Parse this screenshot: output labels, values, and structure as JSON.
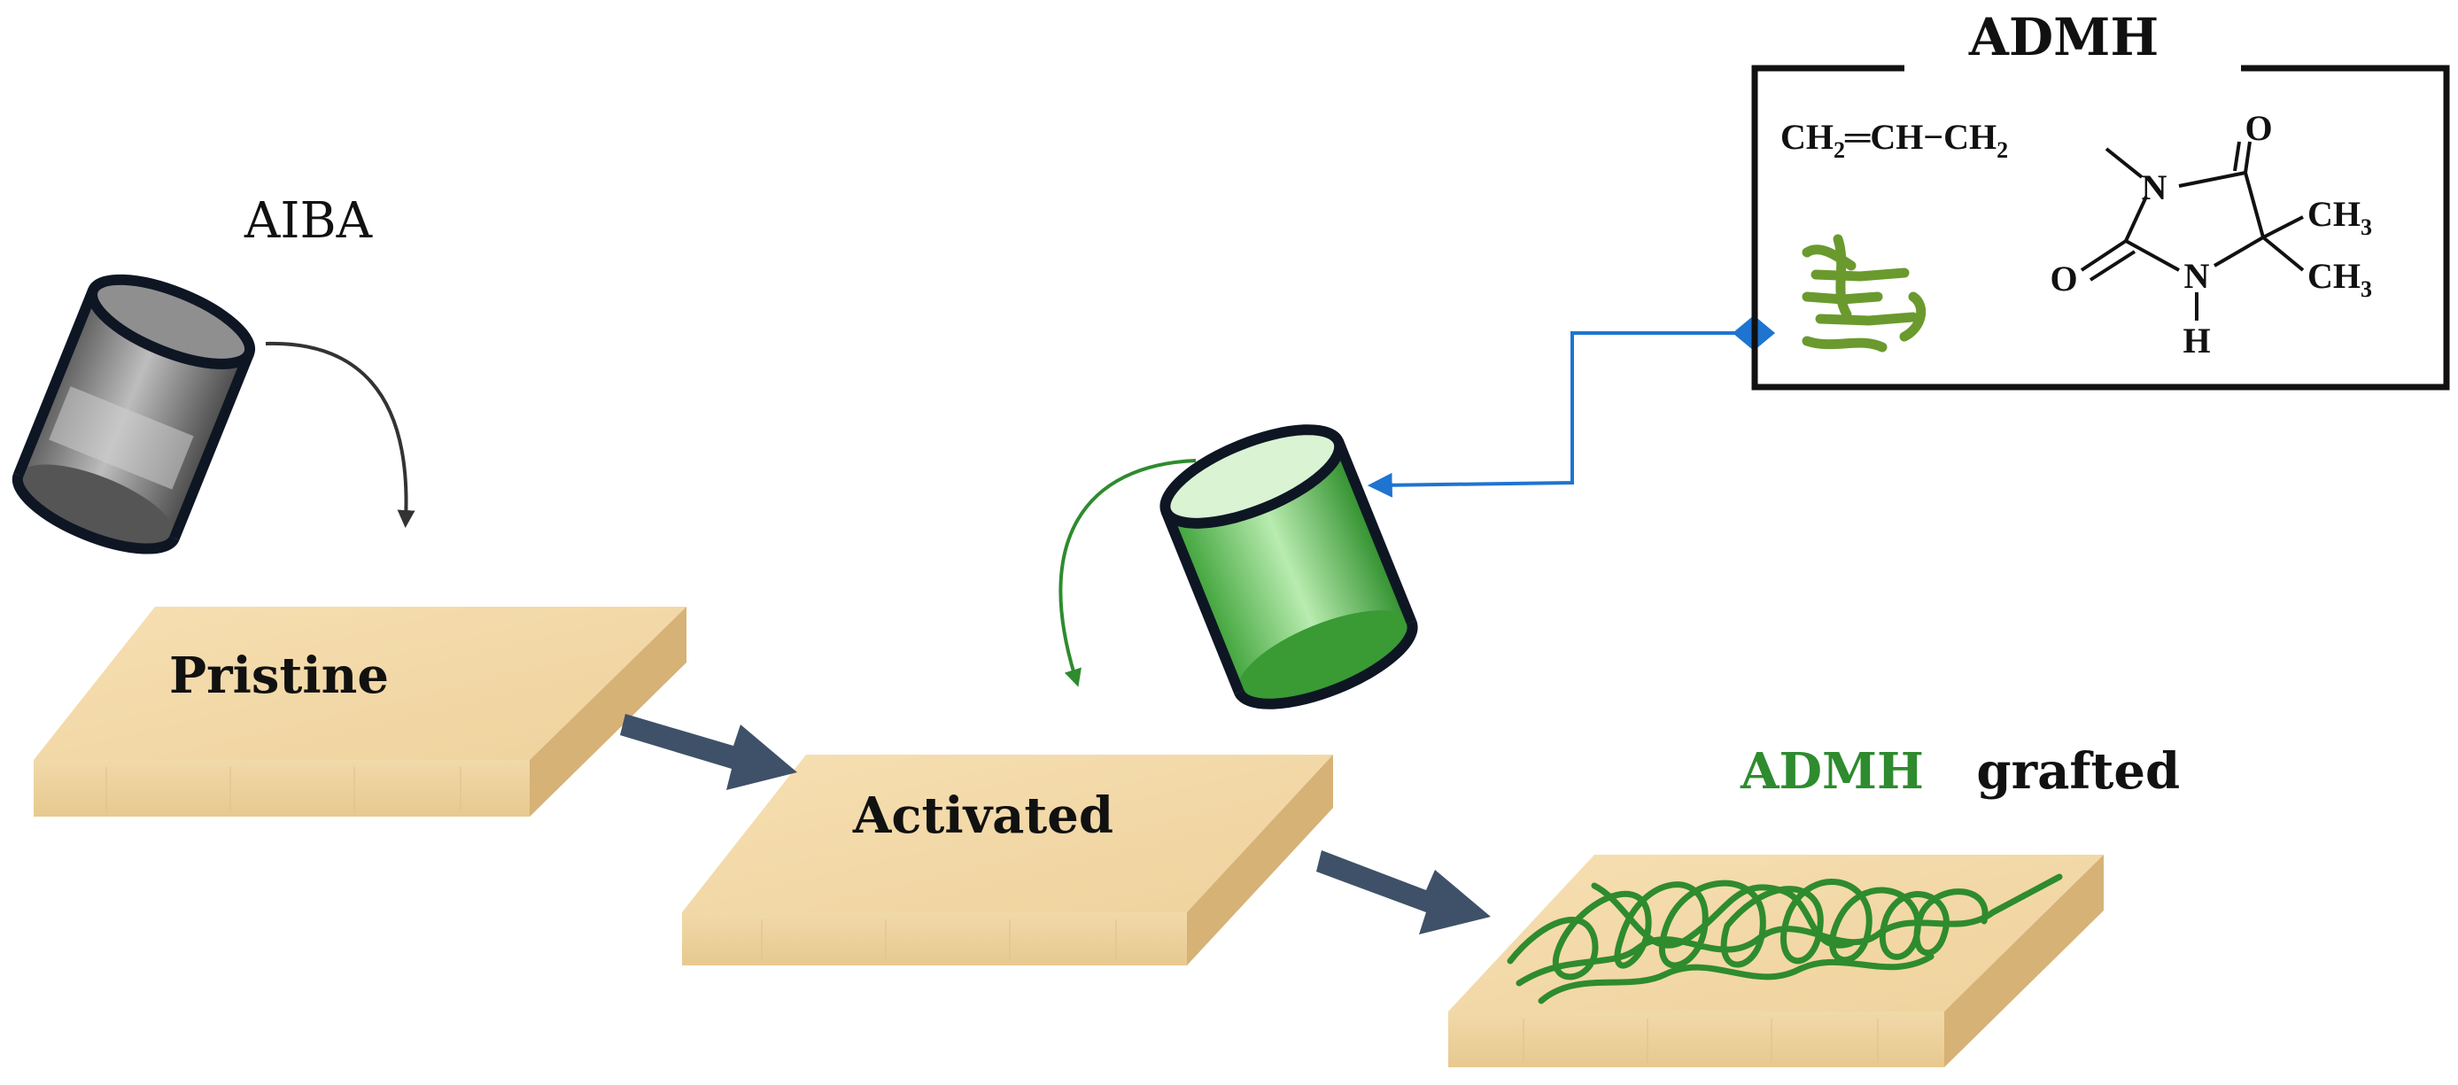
{
  "reagents": {
    "initiator": "AIBA",
    "monomer_box_title": "ADMH"
  },
  "slabs": {
    "pristine": "Pristine",
    "activated": "Activated"
  },
  "result": {
    "monomer": "ADMH",
    "suffix": "grafted"
  },
  "structure": {
    "chain": [
      "CH",
      "2",
      "═CH−CH",
      "2"
    ],
    "atom_N1": "N",
    "atom_N2": "N",
    "atom_H": "H",
    "atom_O_top": "O",
    "atom_O_left": "O",
    "methyl_1": [
      "CH",
      "3"
    ],
    "methyl_2": [
      "CH",
      "3"
    ]
  },
  "colors": {
    "wood_top": "#f3d9a8",
    "wood_front": "#ecd3a0",
    "wood_side": "#d7b479",
    "process_arrow": "#3e5168",
    "monomer_green": "#2e8b2e",
    "feed_blue": "#1e74d0",
    "can_grey": "#8a8a8a",
    "can_green": "#7ccc72"
  }
}
